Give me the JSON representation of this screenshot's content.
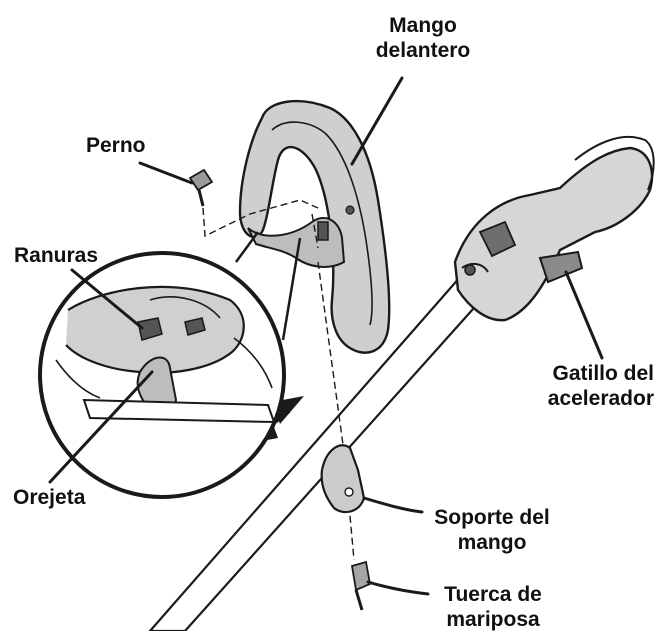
{
  "labels": {
    "front_handle": {
      "line1": "Mango",
      "line2": "delantero"
    },
    "bolt": "Perno",
    "slots": "Ranuras",
    "tab": "Orejeta",
    "throttle_trigger": {
      "line1": "Gatillo del",
      "line2": "acelerador"
    },
    "handle_bracket": {
      "line1": "Soporte del",
      "line2": "mango"
    },
    "wing_nut": {
      "line1": "Tuerca de",
      "line2": "mariposa"
    }
  },
  "colors": {
    "ink": "#111111",
    "line_art": "#1a1a1a",
    "handle_fill": "#cfcfcf",
    "shaft_fill": "#ffffff",
    "background": "#ffffff"
  },
  "icons": [
    "double-arrow-icon"
  ]
}
